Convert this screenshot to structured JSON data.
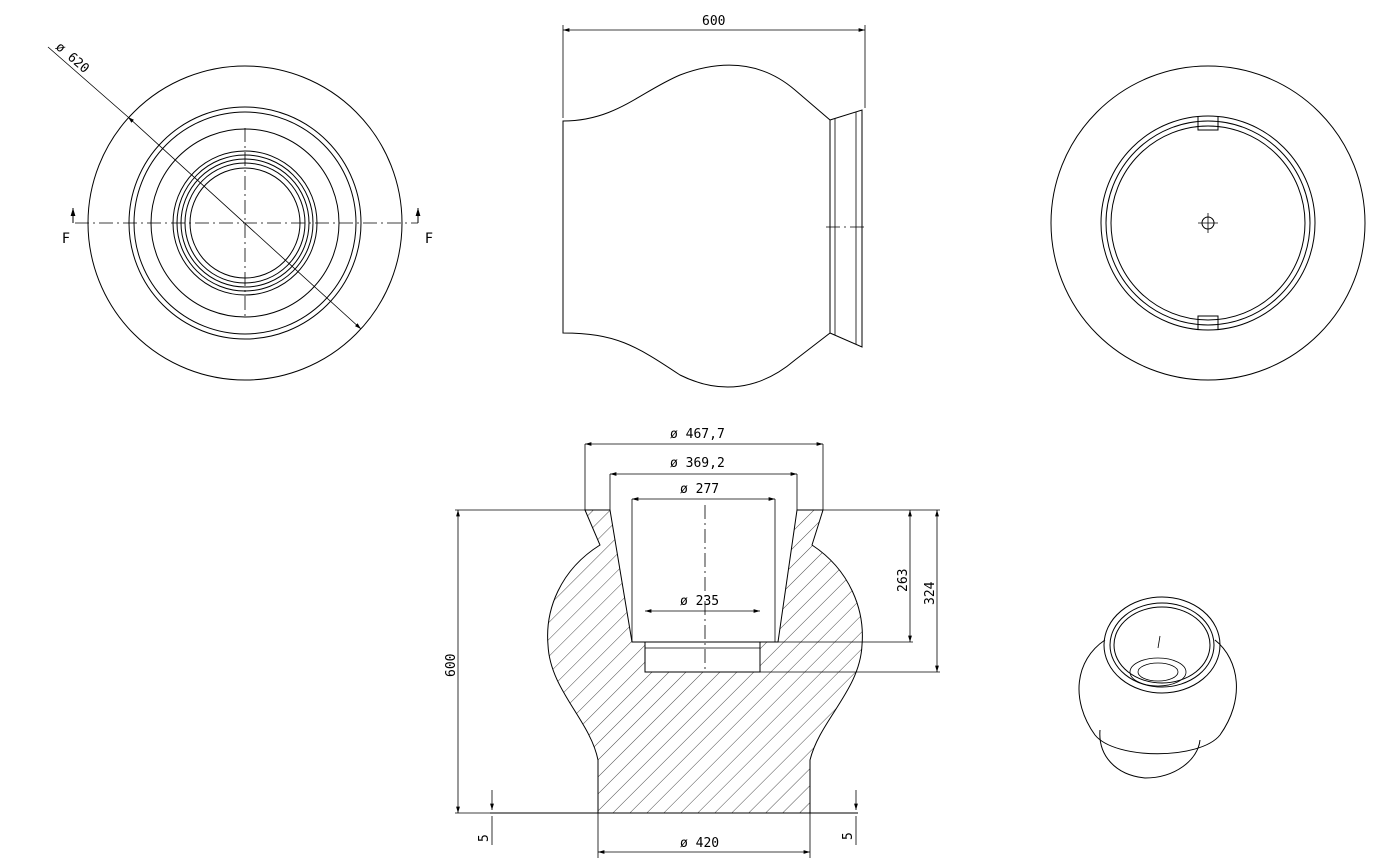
{
  "top_view": {
    "diameter_label": "ø 620",
    "section_mark_left": "F",
    "section_mark_right": "F"
  },
  "side_view": {
    "width_label": "600"
  },
  "section_view": {
    "dia_top_outer": "ø 467,7",
    "dia_top_mid": "ø 369,2",
    "dia_top_inner": "ø 277",
    "dia_recess": "ø 235",
    "height_total": "600",
    "depth_263": "263",
    "depth_324": "324",
    "base_thickness_left": "5",
    "base_thickness_right": "5",
    "dia_base": "ø 420"
  }
}
